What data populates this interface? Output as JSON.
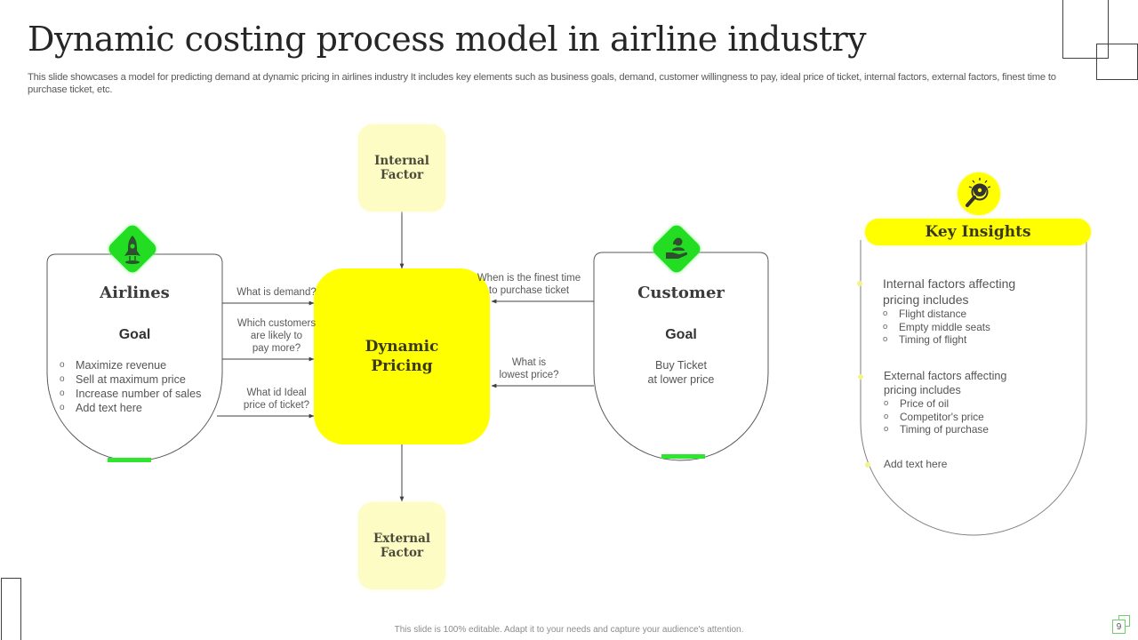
{
  "slide": {
    "title": "Dynamic costing process model in airline industry",
    "subtitle": "This slide showcases a model for predicting demand at dynamic pricing in airlines industry It includes key elements such as business goals, demand, customer willingness to pay,  ideal price of ticket,  internal factors, external factors, finest time to purchase ticket, etc.",
    "footer": "This slide is 100% editable. Adapt it to your needs and capture your audience's attention.",
    "page_number": "9"
  },
  "colors": {
    "accent_yellow": "#ffff00",
    "light_yellow": "#fdfcc4",
    "accent_green": "#22dd22",
    "text_dark": "#262626"
  },
  "center": {
    "label_line1": "Dynamic",
    "label_line2": "Pricing"
  },
  "factors": {
    "internal": {
      "line1": "Internal",
      "line2": "Factor"
    },
    "external": {
      "line1": "External",
      "line2": "Factor"
    }
  },
  "airlines": {
    "icon": "rocket-icon",
    "title": "Airlines",
    "goal_label": "Goal",
    "goals": [
      "Maximize revenue",
      "Sell at maximum price",
      "Increase number of sales",
      "Add text here"
    ],
    "questions": [
      {
        "line1": "What is demand?",
        "line2": "",
        "line3": ""
      },
      {
        "line1": "Which customers",
        "line2": "are likely to",
        "line3": "pay more?"
      },
      {
        "line1": "What id Ideal",
        "line2": "price of ticket?",
        "line3": ""
      }
    ]
  },
  "customer": {
    "icon": "hand-holding-user-icon",
    "title": "Customer",
    "goal_label": "Goal",
    "goal_line1": "Buy Ticket",
    "goal_line2": "at lower price",
    "questions": [
      {
        "line1": "When is the finest time",
        "line2": "to purchase ticket"
      },
      {
        "line1": "What is",
        "line2": "lowest price?"
      }
    ]
  },
  "key_insights": {
    "icon": "lightbulb-magnifier-icon",
    "title": "Key Insights",
    "internal": {
      "heading_line1": "Internal  factors affecting",
      "heading_line2": "pricing includes",
      "items": [
        "Flight distance",
        "Empty middle seats",
        "Timing of flight"
      ]
    },
    "external": {
      "heading_line1": "External factors  affecting",
      "heading_line2": "pricing  includes",
      "items": [
        "Price of oil",
        "Competitor's price",
        "Timing of purchase"
      ]
    },
    "add_text": "Add text here"
  }
}
